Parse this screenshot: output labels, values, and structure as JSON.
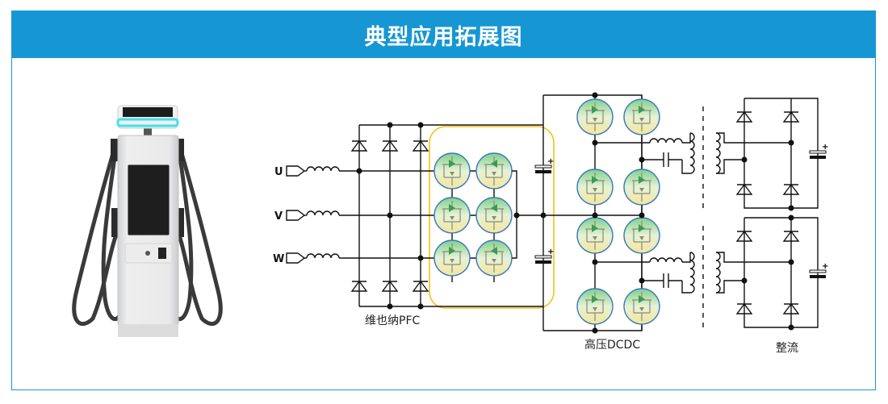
{
  "header": {
    "title": "典型应用拓展图"
  },
  "diagram": {
    "phases": [
      "U",
      "V",
      "W"
    ],
    "sections": {
      "pfc": "维也纳PFC",
      "dcdc": "高压DCDC",
      "rectifier": "整流"
    }
  },
  "colors": {
    "brand": "#1697d3",
    "highlight": "#f2c318",
    "switch_stroke": "#3b78c4"
  }
}
